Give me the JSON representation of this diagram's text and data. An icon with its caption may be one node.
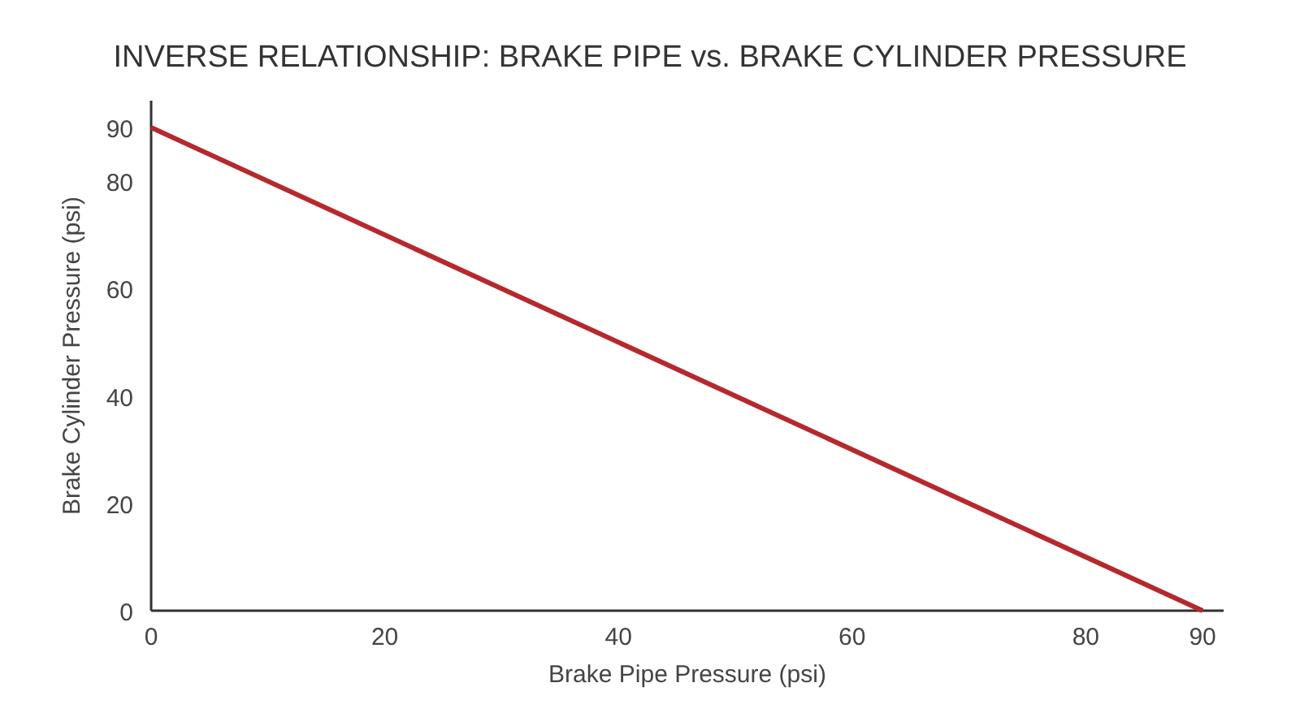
{
  "diagram": {
    "title": "INVERSE RELATIONSHIP: BRAKE PIPE vs. BRAKE CYLINDER PRESSURE",
    "chart_data": {
      "type": "line",
      "xlabel": "Brake Pipe Pressure (psi)",
      "ylabel": "Brake Cylinder Pressure (psi)",
      "x": [
        0,
        90
      ],
      "series": [
        {
          "color": "#b5292e",
          "values": [
            90,
            0
          ]
        }
      ],
      "xlim": [
        0,
        91.8
      ],
      "ylim": [
        0,
        95
      ],
      "xticks": [
        0,
        20,
        40,
        60,
        80,
        90
      ],
      "yticks": [
        0,
        20,
        40,
        60,
        80,
        90
      ]
    }
  }
}
